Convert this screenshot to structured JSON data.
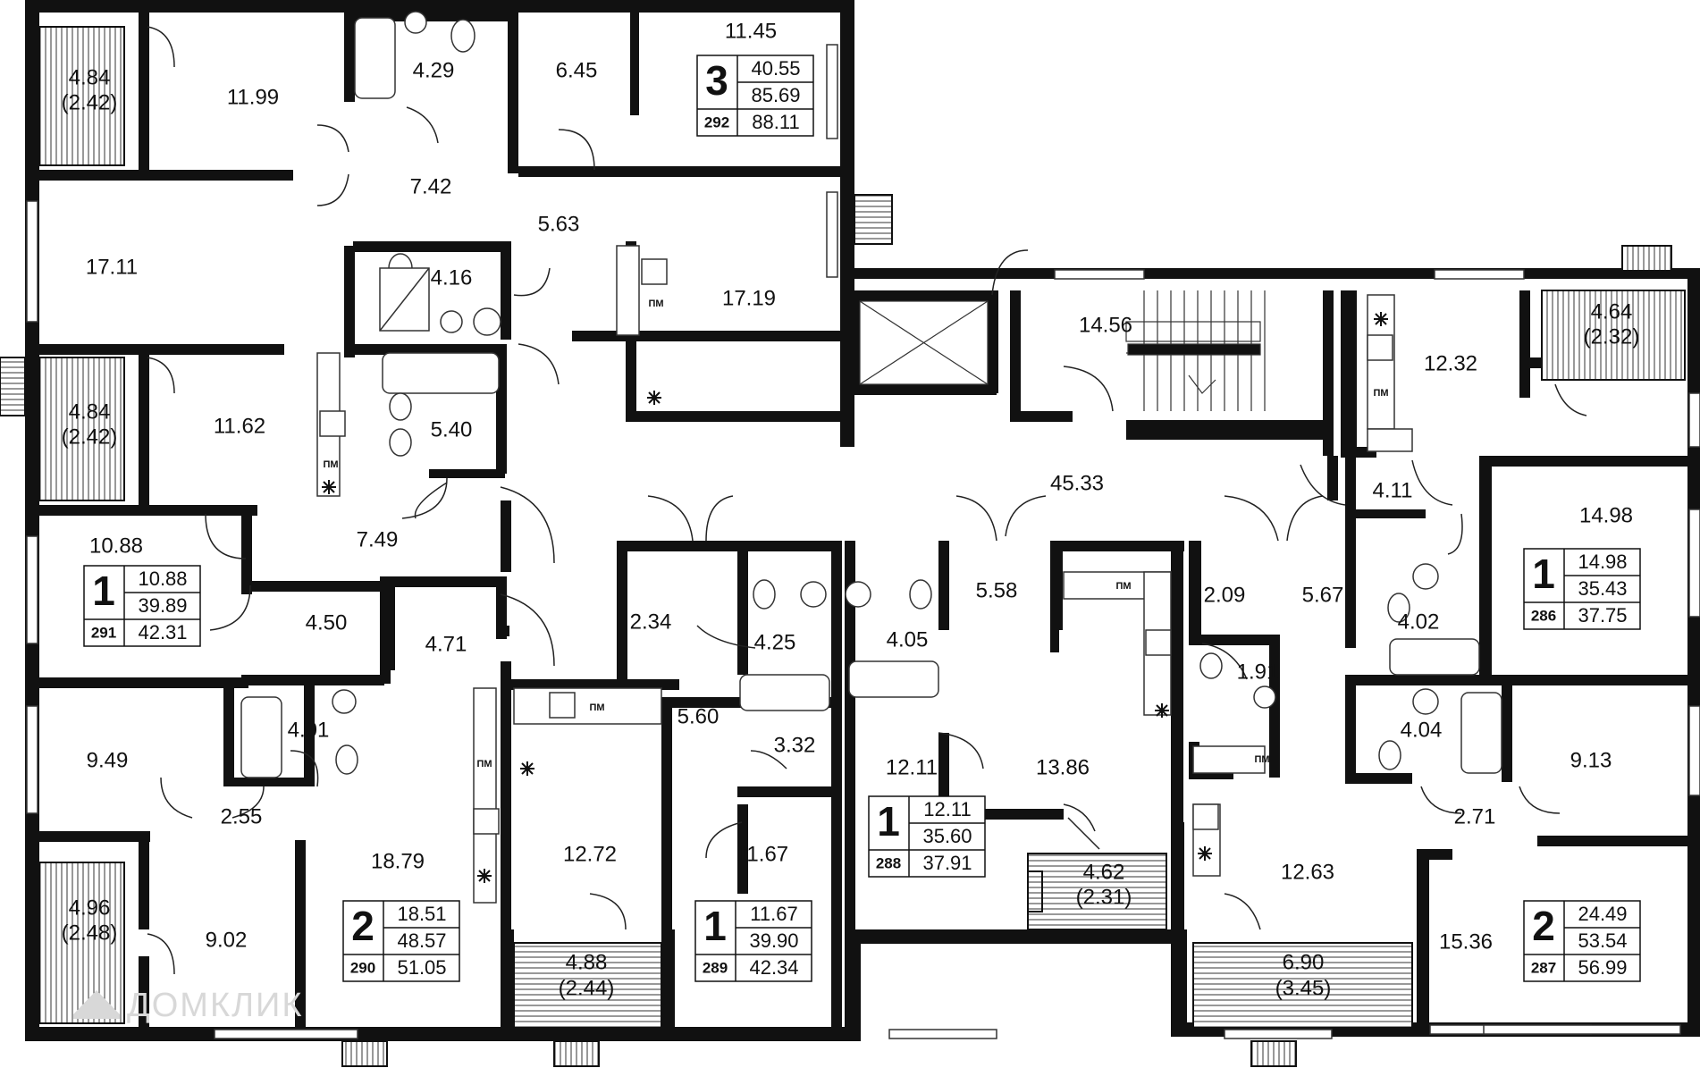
{
  "floor_plan": {
    "rooms": [
      {
        "id": "r1",
        "area": "4.84",
        "sub": "(2.42)"
      },
      {
        "id": "r2",
        "area": "11.99"
      },
      {
        "id": "r3",
        "area": "4.29"
      },
      {
        "id": "r4",
        "area": "6.45"
      },
      {
        "id": "r5",
        "area": "11.45"
      },
      {
        "id": "r6",
        "area": "7.42"
      },
      {
        "id": "r7",
        "area": "5.63"
      },
      {
        "id": "r8",
        "area": "17.11"
      },
      {
        "id": "r9",
        "area": "4.16"
      },
      {
        "id": "r10",
        "area": "17.19"
      },
      {
        "id": "r11",
        "area": "14.56"
      },
      {
        "id": "r12",
        "area": "12.32"
      },
      {
        "id": "r13",
        "area": "4.64",
        "sub": "(2.32)"
      },
      {
        "id": "r14",
        "area": "4.84",
        "sub": "(2.42)"
      },
      {
        "id": "r15",
        "area": "11.62"
      },
      {
        "id": "r16",
        "area": "5.40"
      },
      {
        "id": "r17",
        "area": "45.33"
      },
      {
        "id": "r18",
        "area": "4.11"
      },
      {
        "id": "r19",
        "area": "14.98"
      },
      {
        "id": "r20",
        "area": "10.88"
      },
      {
        "id": "r21",
        "area": "7.49"
      },
      {
        "id": "r22",
        "area": "4.50"
      },
      {
        "id": "r23",
        "area": "4.71"
      },
      {
        "id": "r24",
        "area": "2.34"
      },
      {
        "id": "r25",
        "area": "4.25"
      },
      {
        "id": "r26",
        "area": "4.05"
      },
      {
        "id": "r27",
        "area": "5.58"
      },
      {
        "id": "r28",
        "area": "2.09"
      },
      {
        "id": "r29",
        "area": "5.67"
      },
      {
        "id": "r30",
        "area": "4.02"
      },
      {
        "id": "r31",
        "area": "1.91"
      },
      {
        "id": "r32",
        "area": "9.49"
      },
      {
        "id": "r33",
        "area": "4.01"
      },
      {
        "id": "r34",
        "area": "5.60"
      },
      {
        "id": "r35",
        "area": "3.32"
      },
      {
        "id": "r36",
        "area": "12.11"
      },
      {
        "id": "r37",
        "area": "13.86"
      },
      {
        "id": "r38",
        "area": "4.04"
      },
      {
        "id": "r39",
        "area": "9.13"
      },
      {
        "id": "r40",
        "area": "2.55"
      },
      {
        "id": "r41",
        "area": "18.79"
      },
      {
        "id": "r42",
        "area": "12.72"
      },
      {
        "id": "r43",
        "area": "11.67"
      },
      {
        "id": "r44",
        "area": "2.71"
      },
      {
        "id": "r45",
        "area": "12.63"
      },
      {
        "id": "r46",
        "area": "4.96",
        "sub": "(2.48)"
      },
      {
        "id": "r47",
        "area": "9.02"
      },
      {
        "id": "r48",
        "area": "4.62",
        "sub": "(2.31)"
      },
      {
        "id": "r49",
        "area": "15.36"
      },
      {
        "id": "r50",
        "area": "4.88",
        "sub": "(2.44)"
      },
      {
        "id": "r51",
        "area": "6.90",
        "sub": "(3.45)"
      }
    ],
    "apartments": [
      {
        "id": "a292",
        "rooms": "3",
        "number": "292",
        "living": "40.55",
        "total": "85.69",
        "total_with_balcony": "88.11"
      },
      {
        "id": "a291",
        "rooms": "1",
        "number": "291",
        "living": "10.88",
        "total": "39.89",
        "total_with_balcony": "42.31"
      },
      {
        "id": "a286",
        "rooms": "1",
        "number": "286",
        "living": "14.98",
        "total": "35.43",
        "total_with_balcony": "37.75"
      },
      {
        "id": "a290",
        "rooms": "2",
        "number": "290",
        "living": "18.51",
        "total": "48.57",
        "total_with_balcony": "51.05"
      },
      {
        "id": "a289",
        "rooms": "1",
        "number": "289",
        "living": "11.67",
        "total": "39.90",
        "total_with_balcony": "42.34"
      },
      {
        "id": "a288",
        "rooms": "1",
        "number": "288",
        "living": "12.11",
        "total": "35.60",
        "total_with_balcony": "37.91"
      },
      {
        "id": "a287",
        "rooms": "2",
        "number": "287",
        "living": "24.49",
        "total": "53.54",
        "total_with_balcony": "56.99"
      }
    ],
    "appliance_label": "ПМ",
    "watermark": "ДОМКЛИК",
    "icons": [
      "bathtub-icon",
      "toilet-icon",
      "sink-icon",
      "shower-icon",
      "stove-icon",
      "dishwasher-icon",
      "vent-icon",
      "door-swing-icon",
      "window-icon",
      "ac-unit-icon",
      "stairs-icon"
    ],
    "colors": {
      "wall": "#111111",
      "background": "#ffffff",
      "watermark": "#d8d8d8"
    }
  }
}
